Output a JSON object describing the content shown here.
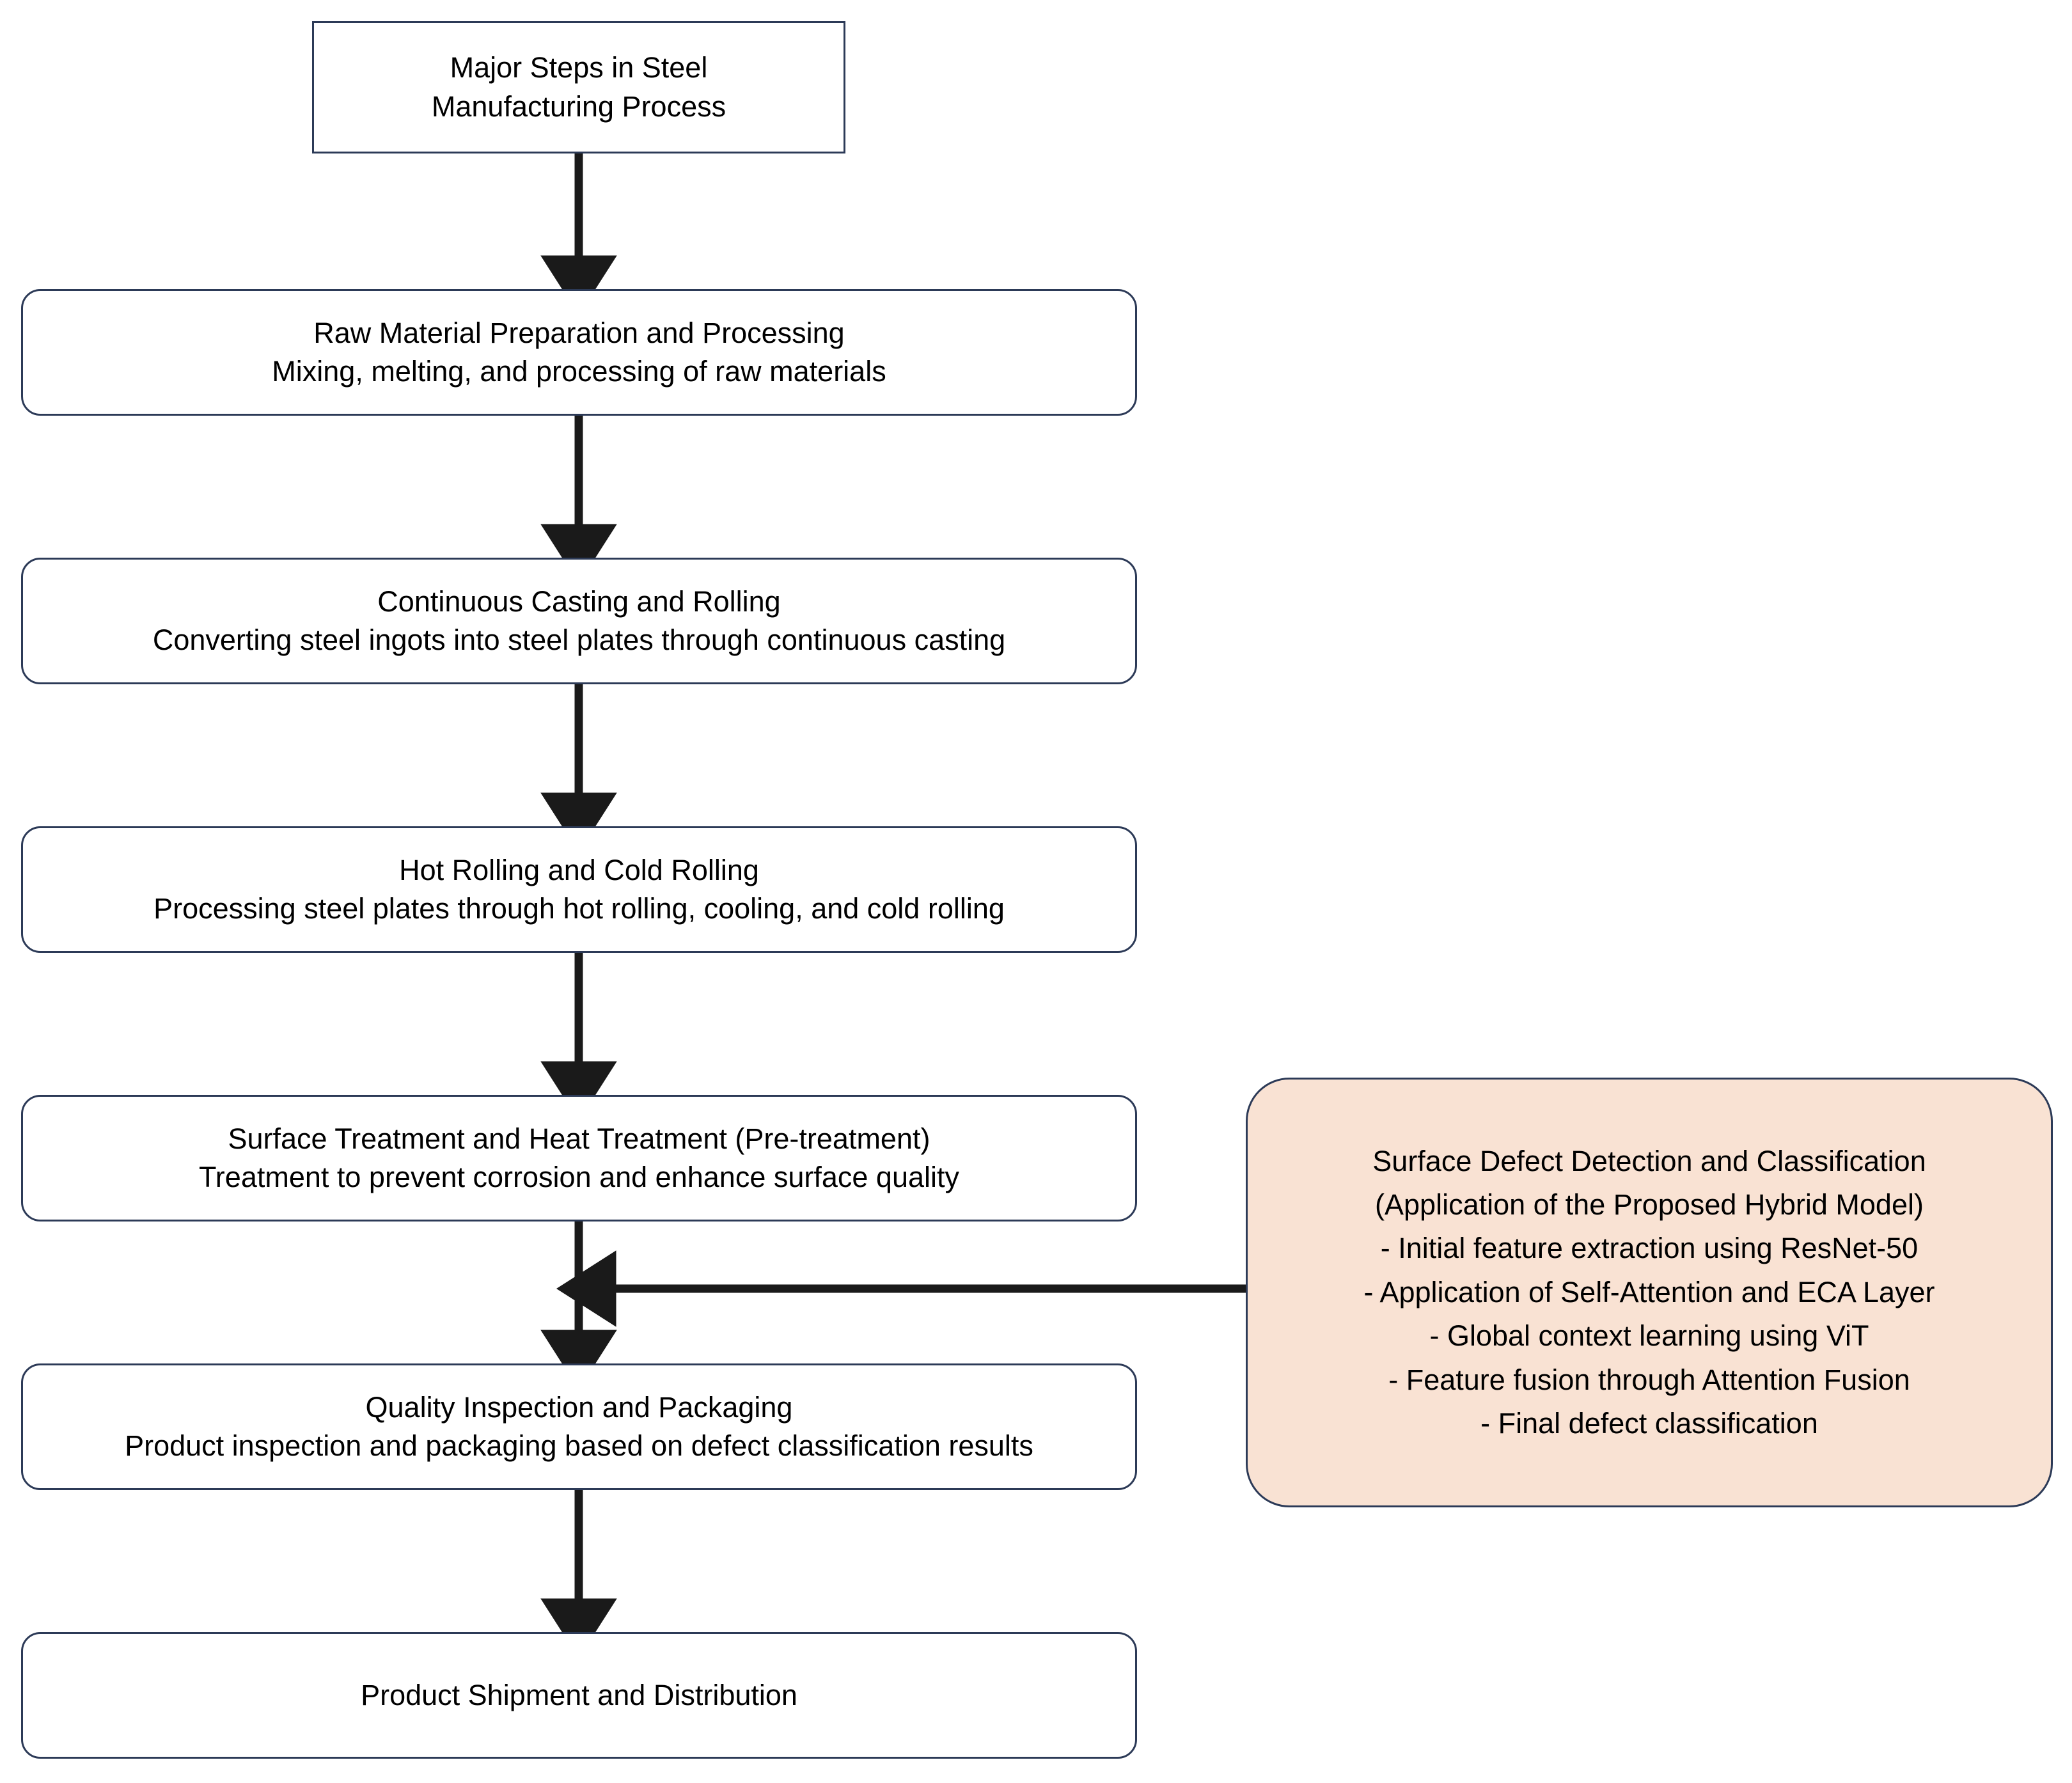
{
  "diagram": {
    "title_node": {
      "lines": [
        "Major Steps in Steel",
        "Manufacturing Process"
      ]
    },
    "nodes": [
      {
        "id": "raw-material-preparation",
        "title": "Raw Material Preparation and Processing",
        "subtitle": "Mixing, melting, and processing of raw materials"
      },
      {
        "id": "continuous-casting-and-rolling",
        "title": "Continuous Casting and Rolling",
        "subtitle": "Converting steel ingots into steel plates through continuous casting"
      },
      {
        "id": "hot-rolling-and-cold-rolling",
        "title": "Hot Rolling and Cold Rolling",
        "subtitle": "Processing steel plates through hot rolling, cooling, and cold rolling"
      },
      {
        "id": "surface-and-heat-treatment",
        "title": "Surface Treatment and Heat Treatment (Pre-treatment)",
        "subtitle": "Treatment to prevent corrosion and enhance surface quality"
      },
      {
        "id": "quality-inspection-and-packaging",
        "title": "Quality Inspection and Packaging",
        "subtitle": "Product inspection and packaging based on defect classification results"
      },
      {
        "id": "product-shipment-and-distribution",
        "title": "Product Shipment and Distribution",
        "subtitle": ""
      }
    ],
    "callout": {
      "lines": [
        "Surface Defect Detection and Classification",
        "(Application of the Proposed Hybrid Model)",
        "- Initial feature extraction using ResNet-50",
        "- Application of Self-Attention and ECA Layer",
        "- Global context learning using ViT",
        "-   Feature fusion through Attention Fusion",
        "- Final defect classification"
      ]
    },
    "colors": {
      "box_border": "#2C3A57",
      "box_fill": "#FFFFFF",
      "callout_fill": "#F9E2D3",
      "arrow": "#1A1A1A",
      "text": "#000000",
      "page_background": "#FFFFFF"
    }
  }
}
